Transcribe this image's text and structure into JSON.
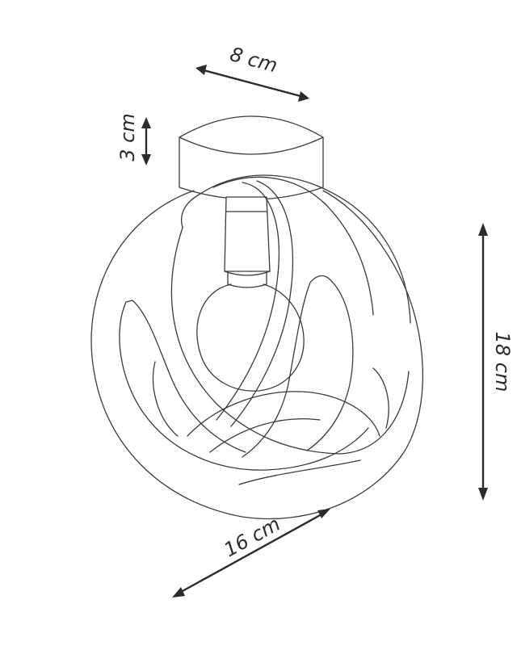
{
  "dimensions": {
    "base_diameter": "8 cm",
    "base_height": "3 cm",
    "height": "18 cm",
    "diameter": "16 cm"
  },
  "colors": {
    "line": "#3a3a3a",
    "dimension": "#2b2b2b",
    "background": "#ffffff"
  }
}
